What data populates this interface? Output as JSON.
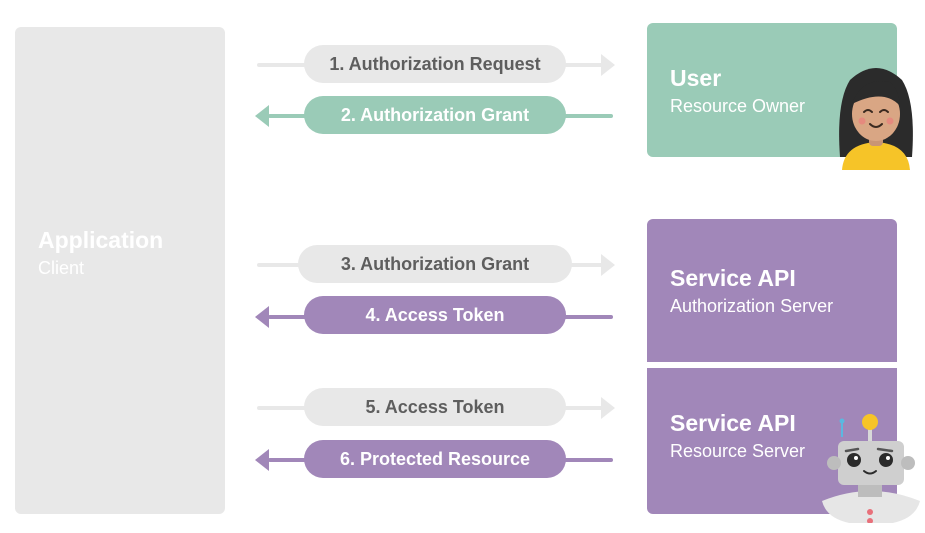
{
  "client": {
    "title": "Application",
    "subtitle": "Client"
  },
  "user": {
    "title": "User",
    "subtitle": "Resource Owner"
  },
  "auth_server": {
    "title": "Service API",
    "subtitle": "Authorization Server"
  },
  "resource_server": {
    "title": "Service API",
    "subtitle": "Resource Server"
  },
  "flows": [
    {
      "label": "1. Authorization Request",
      "direction": "right"
    },
    {
      "label": "2. Authorization Grant",
      "direction": "left"
    },
    {
      "label": "3. Authorization Grant",
      "direction": "right"
    },
    {
      "label": "4. Access Token",
      "direction": "left"
    },
    {
      "label": "5. Access Token",
      "direction": "right"
    },
    {
      "label": "6. Protected Resource",
      "direction": "left"
    }
  ],
  "colors": {
    "client": "#e8e8e8",
    "user": "#9acbb7",
    "service": "#a187b9",
    "request_arrow": "#e8e8e8",
    "text_dark": "#5a5a5a"
  },
  "icons": {
    "user": "woman-avatar-icon",
    "resource_server": "robot-icon"
  }
}
